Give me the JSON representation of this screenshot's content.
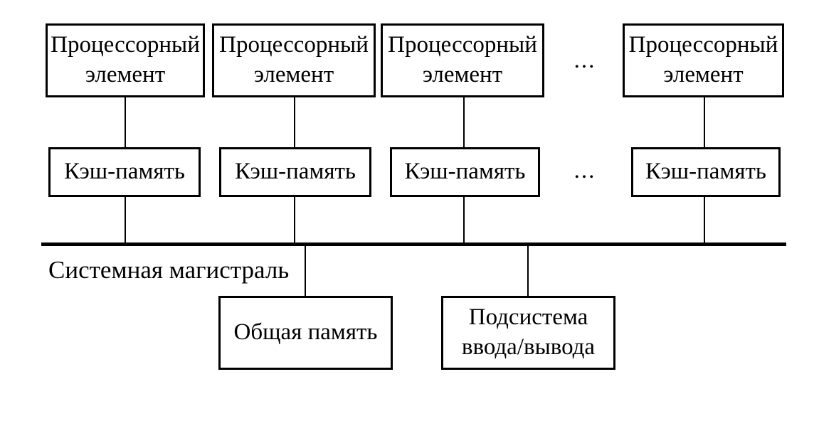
{
  "diagram": {
    "kind": "block-diagram",
    "colors": {
      "background": "#ffffff",
      "line": "#000000",
      "text": "#000000"
    },
    "processors": {
      "items": [
        {
          "label": "Процессорный элемент"
        },
        {
          "label": "Процессорный элемент"
        },
        {
          "label": "Процессорный элемент"
        },
        {
          "label": "Процессорный элемент"
        }
      ],
      "ellipsis": "..."
    },
    "caches": {
      "items": [
        {
          "label": "Кэш-память"
        },
        {
          "label": "Кэш-память"
        },
        {
          "label": "Кэш-память"
        },
        {
          "label": "Кэш-память"
        }
      ],
      "ellipsis": "..."
    },
    "bus": {
      "label": "Системная магистраль"
    },
    "devices": {
      "items": [
        {
          "label": "Общая память"
        },
        {
          "label": "Подсистема ввода/вывода"
        }
      ]
    }
  }
}
